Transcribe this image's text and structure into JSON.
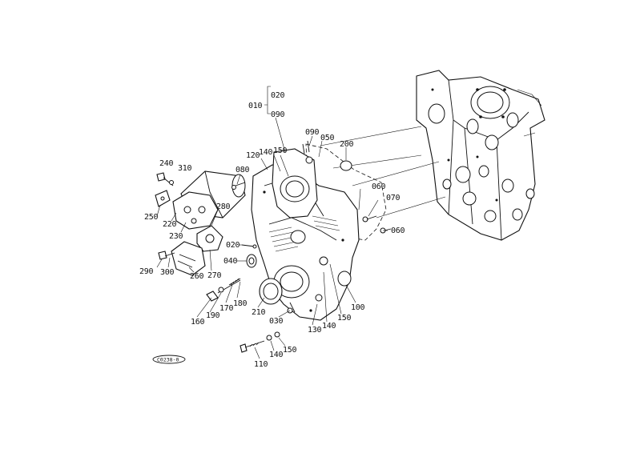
{
  "diagram": {
    "labels": [
      {
        "id": "010",
        "text": "010"
      },
      {
        "id": "020a",
        "text": "020"
      },
      {
        "id": "090a",
        "text": "090"
      },
      {
        "id": "090b",
        "text": "090"
      },
      {
        "id": "050",
        "text": "050"
      },
      {
        "id": "200",
        "text": "200"
      },
      {
        "id": "120",
        "text": "120"
      },
      {
        "id": "140a",
        "text": "140"
      },
      {
        "id": "150a",
        "text": "150"
      },
      {
        "id": "080",
        "text": "080"
      },
      {
        "id": "240",
        "text": "240"
      },
      {
        "id": "310",
        "text": "310"
      },
      {
        "id": "060a",
        "text": "060"
      },
      {
        "id": "070",
        "text": "070"
      },
      {
        "id": "060b",
        "text": "060"
      },
      {
        "id": "280",
        "text": "280"
      },
      {
        "id": "250",
        "text": "250"
      },
      {
        "id": "220",
        "text": "220"
      },
      {
        "id": "230",
        "text": "230"
      },
      {
        "id": "020b",
        "text": "020"
      },
      {
        "id": "040",
        "text": "040"
      },
      {
        "id": "290",
        "text": "290"
      },
      {
        "id": "300",
        "text": "300"
      },
      {
        "id": "260",
        "text": "260"
      },
      {
        "id": "270",
        "text": "270"
      },
      {
        "id": "160",
        "text": "160"
      },
      {
        "id": "190",
        "text": "190"
      },
      {
        "id": "170",
        "text": "170"
      },
      {
        "id": "180",
        "text": "180"
      },
      {
        "id": "210",
        "text": "210"
      },
      {
        "id": "030",
        "text": "030"
      },
      {
        "id": "130",
        "text": "130"
      },
      {
        "id": "140b",
        "text": "140"
      },
      {
        "id": "150b",
        "text": "150"
      },
      {
        "id": "100",
        "text": "100"
      },
      {
        "id": "110",
        "text": "110"
      },
      {
        "id": "140c",
        "text": "140"
      },
      {
        "id": "150c",
        "text": "150"
      }
    ],
    "figure_code": "C0238-0"
  }
}
